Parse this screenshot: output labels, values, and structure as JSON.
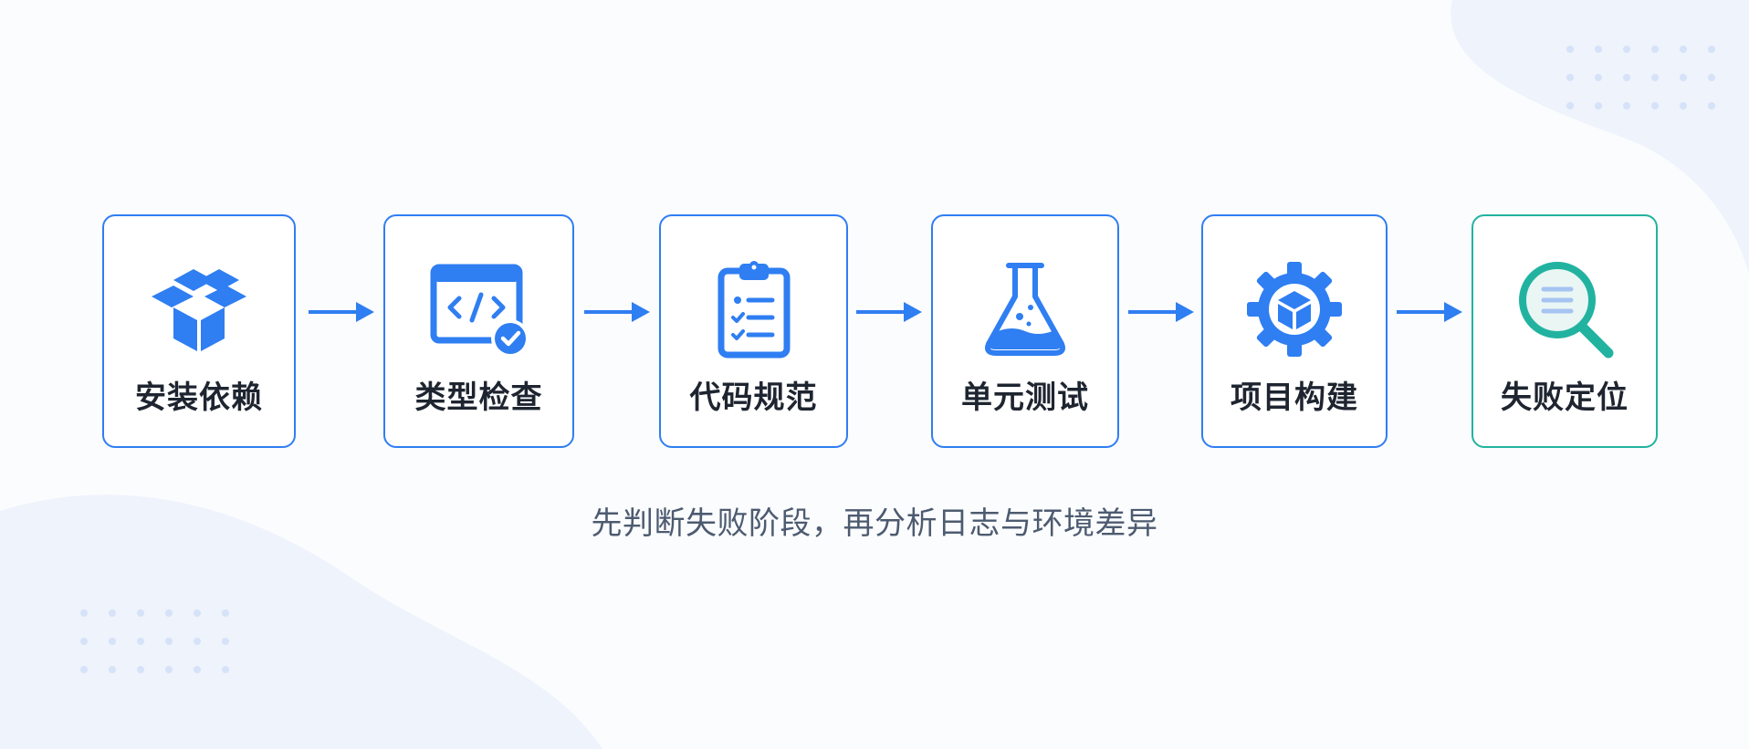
{
  "colors": {
    "accent": "#2f7ef2",
    "final_accent": "#22b3a0",
    "background": "#fbfcfe",
    "text": "#1e2530",
    "caption": "#4d5b70"
  },
  "stages": [
    {
      "label": "安装依赖",
      "icon": "open-box-icon"
    },
    {
      "label": "类型检查",
      "icon": "code-window-check-icon"
    },
    {
      "label": "代码规范",
      "icon": "clipboard-checklist-icon"
    },
    {
      "label": "单元测试",
      "icon": "flask-icon"
    },
    {
      "label": "项目构建",
      "icon": "gear-cube-icon"
    },
    {
      "label": "失败定位",
      "icon": "magnifier-icon"
    }
  ],
  "caption": "先判断失败阶段，再分析日志与环境差异"
}
